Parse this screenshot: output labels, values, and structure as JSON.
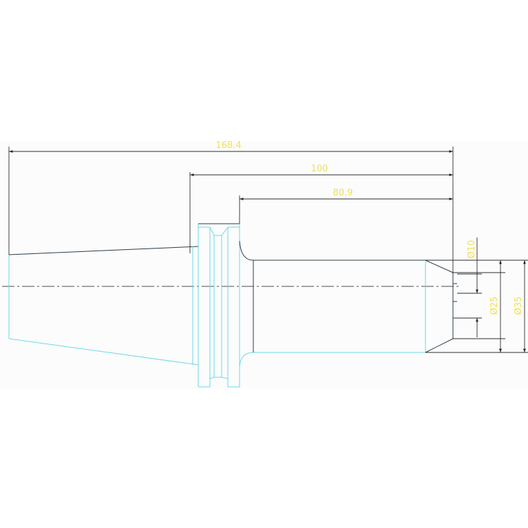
{
  "drawing": {
    "dimensions": {
      "overall_length": "168.4",
      "flange_length": "100",
      "body_length": "80.9",
      "bore_diameter": "Ø10",
      "inner_diameter": "Ø25",
      "outer_diameter": "Ø35"
    },
    "colors": {
      "geometry": "#6ed8ea",
      "edge": "#2a3a4a",
      "dimension_line": "#2a2a2a",
      "dimension_text": "#f0e05a"
    }
  }
}
